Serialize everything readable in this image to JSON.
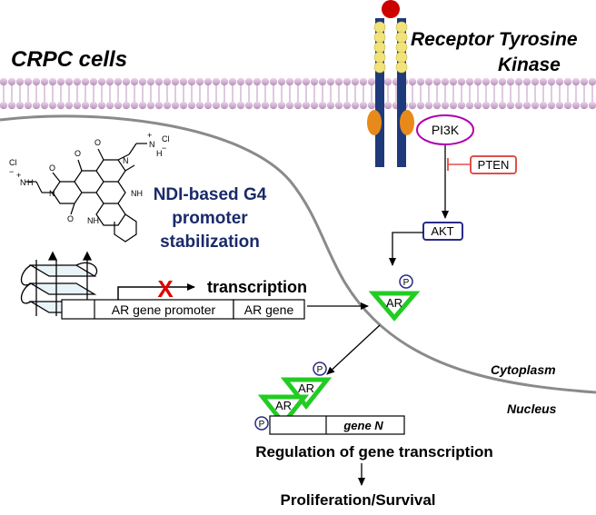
{
  "figure": {
    "cell_title": "CRPC cells",
    "receptor_label_line1": "Receptor Tyrosine",
    "receptor_label_line2": "Kinase",
    "pi3k": "PI3K",
    "pten": "PTEN",
    "akt": "AKT",
    "ndi_line1": "NDI-based G4",
    "ndi_line2": "promoter",
    "ndi_line3": "stabilization",
    "transcription": "transcription",
    "block_mark": "X",
    "promoter_label": "AR gene promoter",
    "gene_label": "AR gene",
    "ar": "AR",
    "p": "P",
    "cytoplasm": "Cytoplasm",
    "nucleus": "Nucleus",
    "gene_n": "gene N",
    "regulation": "Regulation of gene transcription",
    "outcome": "Proliferation/Survival",
    "mol_cl": "Cl",
    "mol_minus": "−",
    "mol_plus": "+",
    "mol_n": "N",
    "mol_h": "H",
    "mol_o": "O",
    "mol_nh": "NH"
  },
  "colors": {
    "membrane": "#c9a8c9",
    "receptor_blue": "#1f3a7a",
    "receptor_yellow": "#f2e27a",
    "receptor_orange": "#e88a1a",
    "ligand_red": "#cc0000",
    "pi3k_border": "#b000b0",
    "pten_border": "#e0504a",
    "akt_border": "#2a2a8a",
    "ar_green": "#22cc22",
    "ndi_text": "#1a2a6a",
    "block_red": "#e00000"
  }
}
